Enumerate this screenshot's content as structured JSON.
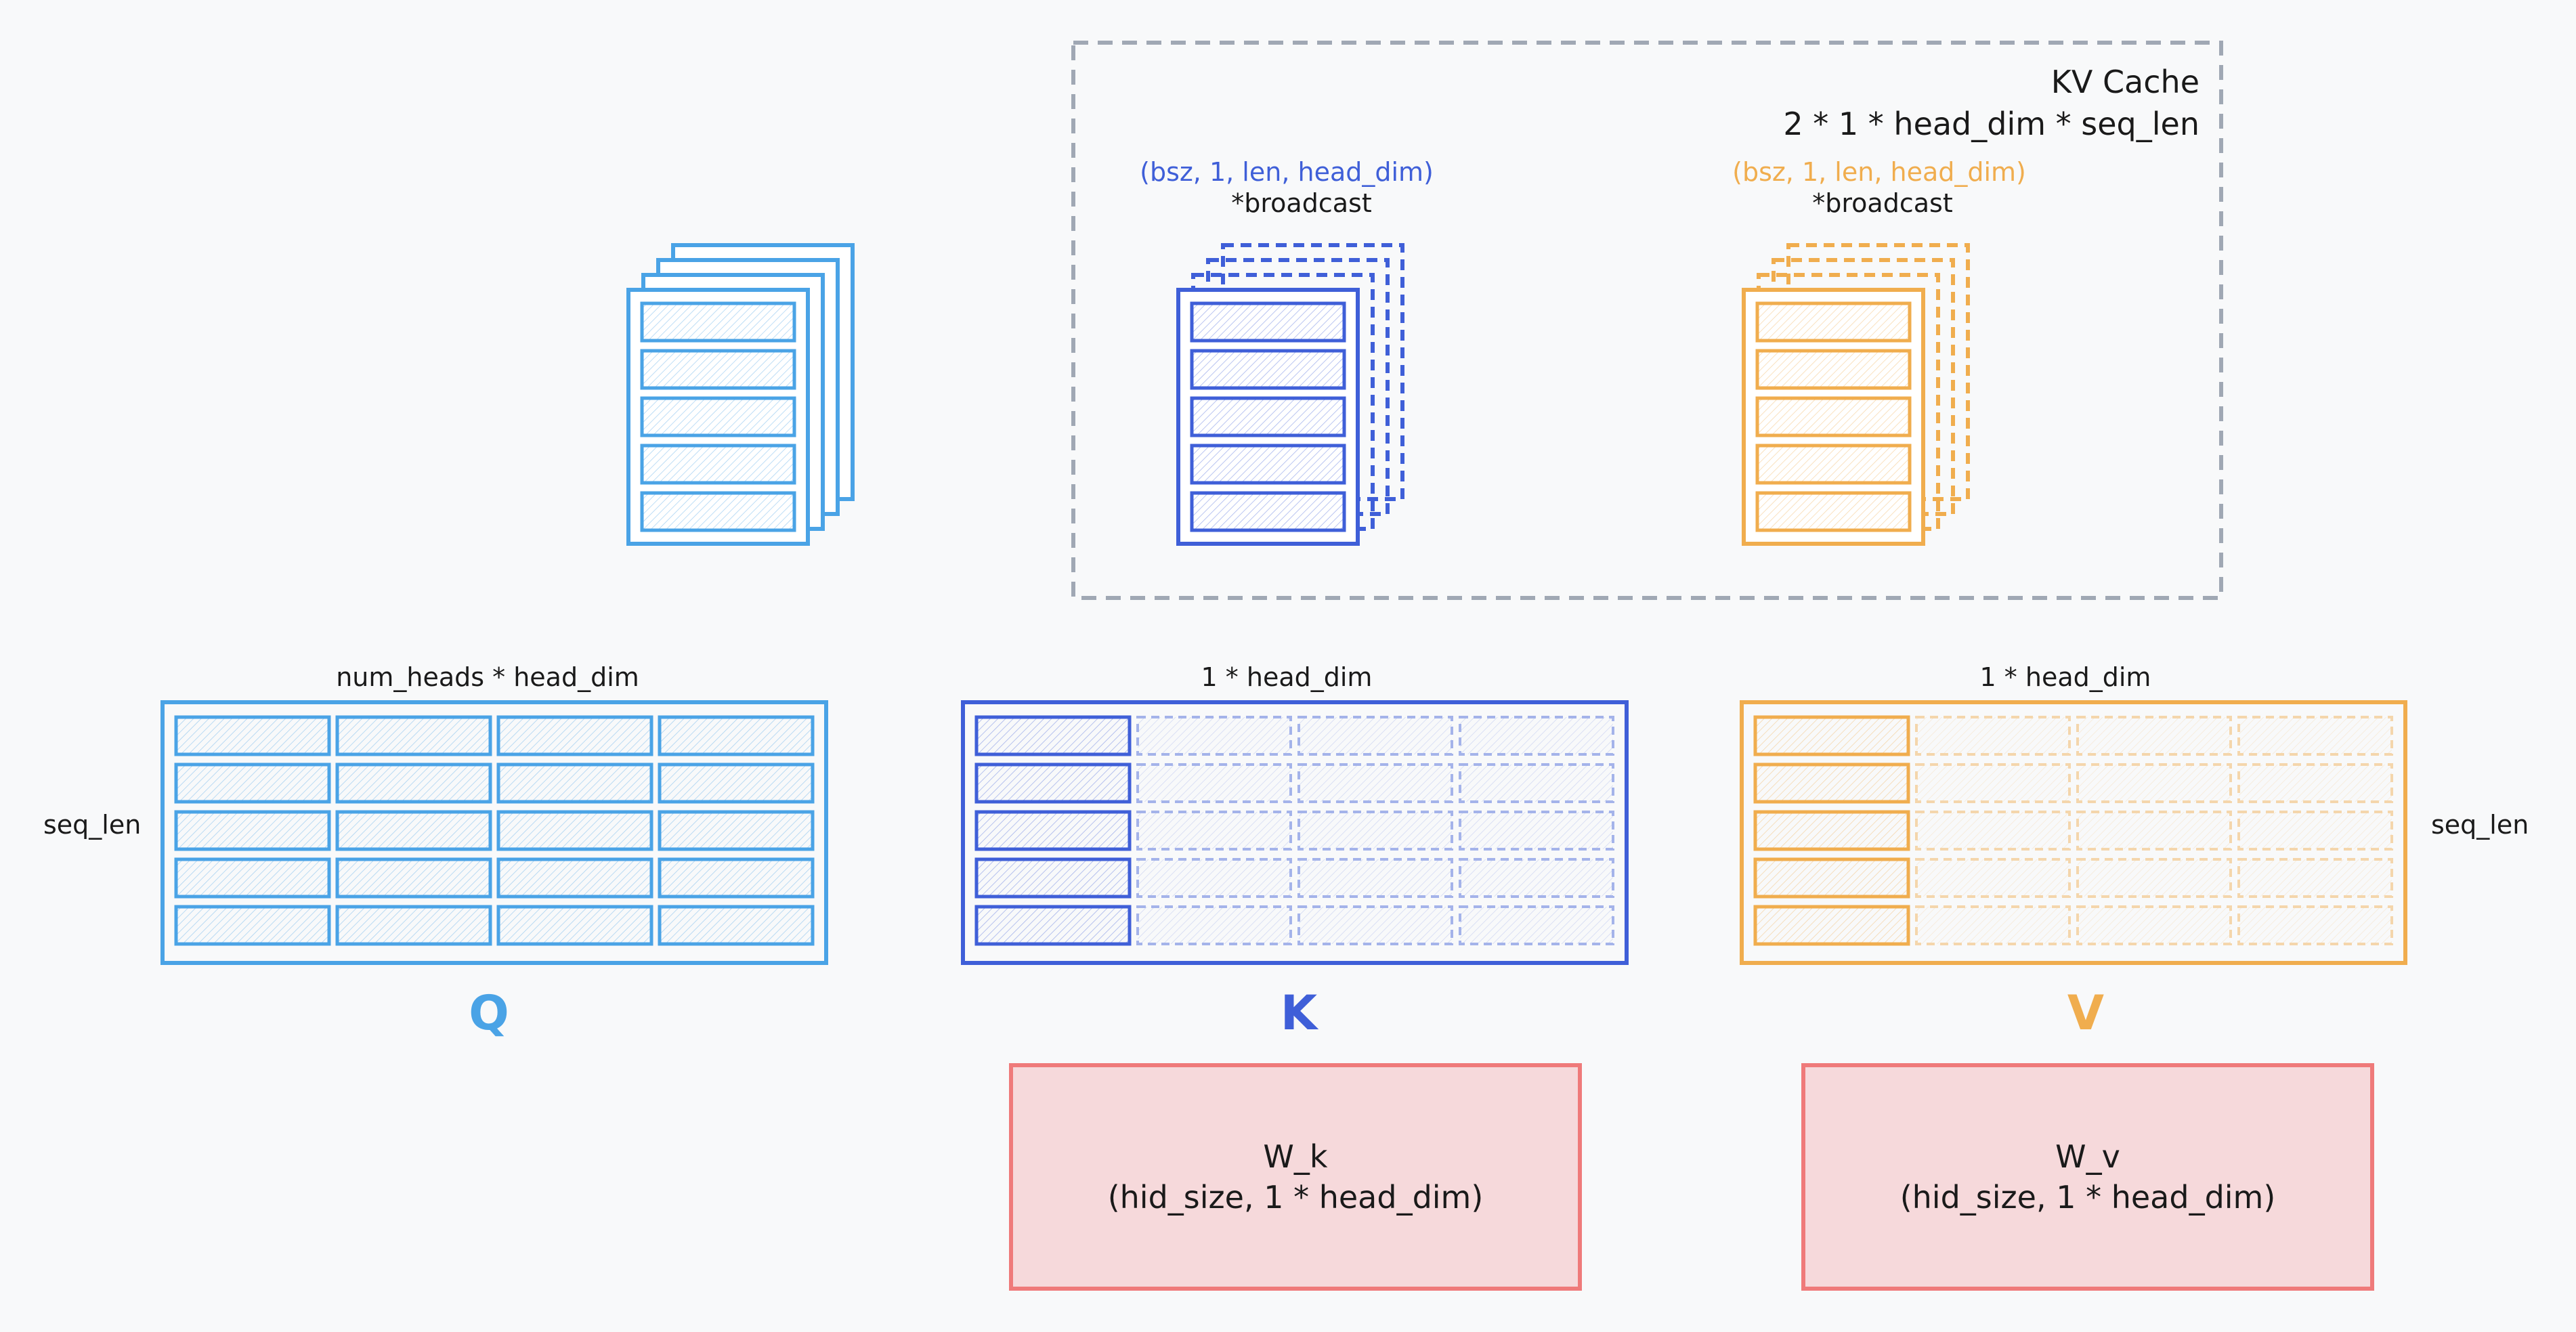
{
  "colors": {
    "q": "#4aa3e6",
    "k": "#3f5fd8",
    "v": "#f0ad4e",
    "cache_border": "#a0a8b4",
    "weight_fill": "#f6d9db",
    "weight_border": "#ef7a7a",
    "background": "#f8f9fa"
  },
  "kv_cache": {
    "title": "KV Cache",
    "size": "2 * 1 * head_dim * seq_len"
  },
  "k_stack": {
    "shape": "(bsz, 1, len, head_dim)",
    "note": "*broadcast"
  },
  "v_stack": {
    "shape": "(bsz, 1, len, head_dim)",
    "note": "*broadcast"
  },
  "q_matrix": {
    "label": "Q",
    "width_label": "num_heads * head_dim",
    "height_label": "seq_len",
    "columns": 4,
    "rows": 5
  },
  "k_matrix": {
    "label": "K",
    "width_label": "1 * head_dim",
    "columns": 4,
    "rows": 5,
    "real_columns": 1
  },
  "v_matrix": {
    "label": "V",
    "width_label": "1 * head_dim",
    "height_label": "seq_len",
    "columns": 4,
    "rows": 5,
    "real_columns": 1
  },
  "w_k": {
    "name": "W_k",
    "shape": "(hid_size, 1 * head_dim)"
  },
  "w_v": {
    "name": "W_v",
    "shape": "(hid_size, 1 * head_dim)"
  }
}
